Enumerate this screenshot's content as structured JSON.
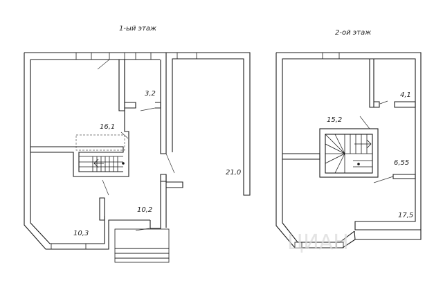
{
  "floor_1": {
    "title": "1-ый этаж",
    "rooms": [
      {
        "id": "room-16-1",
        "area": "16,1"
      },
      {
        "id": "room-3-2",
        "area": "3,2"
      },
      {
        "id": "room-21-0",
        "area": "21,0"
      },
      {
        "id": "room-10-2",
        "area": "10,2"
      },
      {
        "id": "room-10-3",
        "area": "10,3"
      }
    ]
  },
  "floor_2": {
    "title": "2-ой этаж",
    "rooms": [
      {
        "id": "room-15-2",
        "area": "15,2"
      },
      {
        "id": "room-4-1",
        "area": "4,1"
      },
      {
        "id": "room-6-55",
        "area": "6,55"
      },
      {
        "id": "room-17-5",
        "area": "17,5"
      }
    ]
  },
  "watermark": "ЦИАН"
}
